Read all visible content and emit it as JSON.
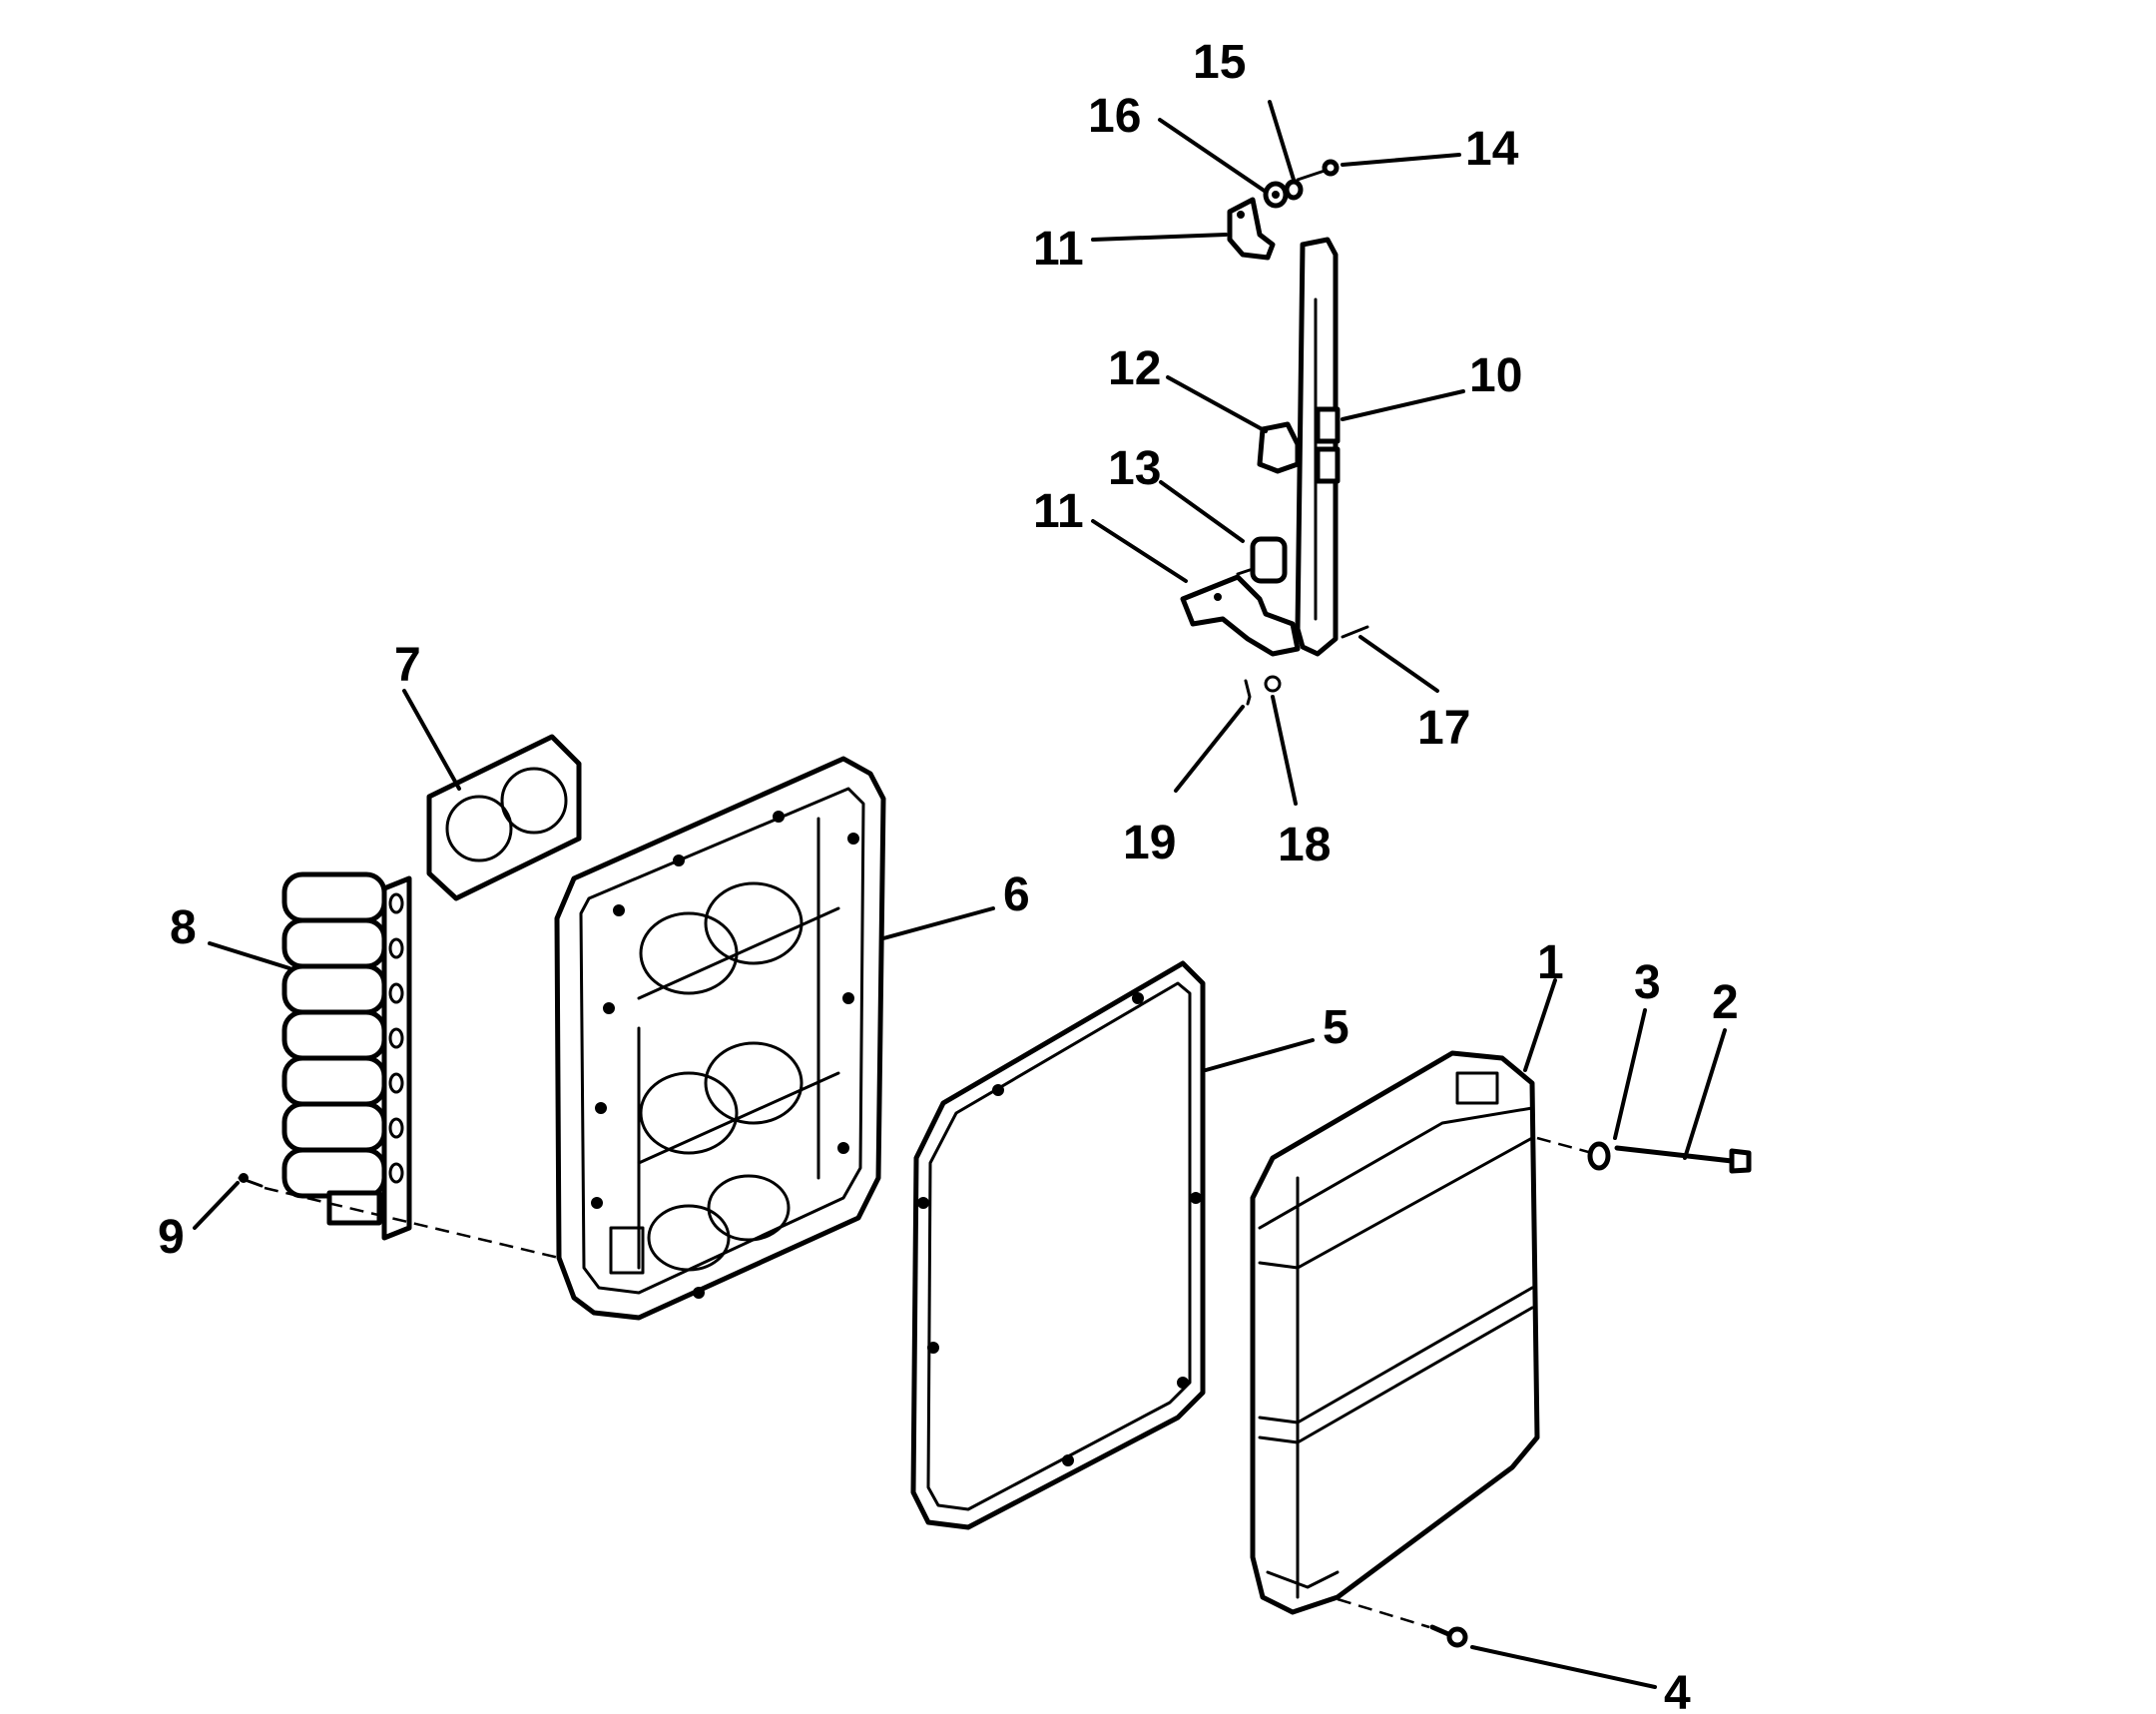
{
  "diagram": {
    "callouts": [
      {
        "id": "c1",
        "label": "1"
      },
      {
        "id": "c2",
        "label": "2"
      },
      {
        "id": "c3",
        "label": "3"
      },
      {
        "id": "c4",
        "label": "4"
      },
      {
        "id": "c5",
        "label": "5"
      },
      {
        "id": "c6",
        "label": "6"
      },
      {
        "id": "c7",
        "label": "7"
      },
      {
        "id": "c8",
        "label": "8"
      },
      {
        "id": "c9",
        "label": "9"
      },
      {
        "id": "c10",
        "label": "10"
      },
      {
        "id": "c11a",
        "label": "11"
      },
      {
        "id": "c11b",
        "label": "11"
      },
      {
        "id": "c12",
        "label": "12"
      },
      {
        "id": "c13",
        "label": "13"
      },
      {
        "id": "c14",
        "label": "14"
      },
      {
        "id": "c15",
        "label": "15"
      },
      {
        "id": "c16",
        "label": "16"
      },
      {
        "id": "c17",
        "label": "17"
      },
      {
        "id": "c18",
        "label": "18"
      },
      {
        "id": "c19",
        "label": "19"
      }
    ]
  }
}
